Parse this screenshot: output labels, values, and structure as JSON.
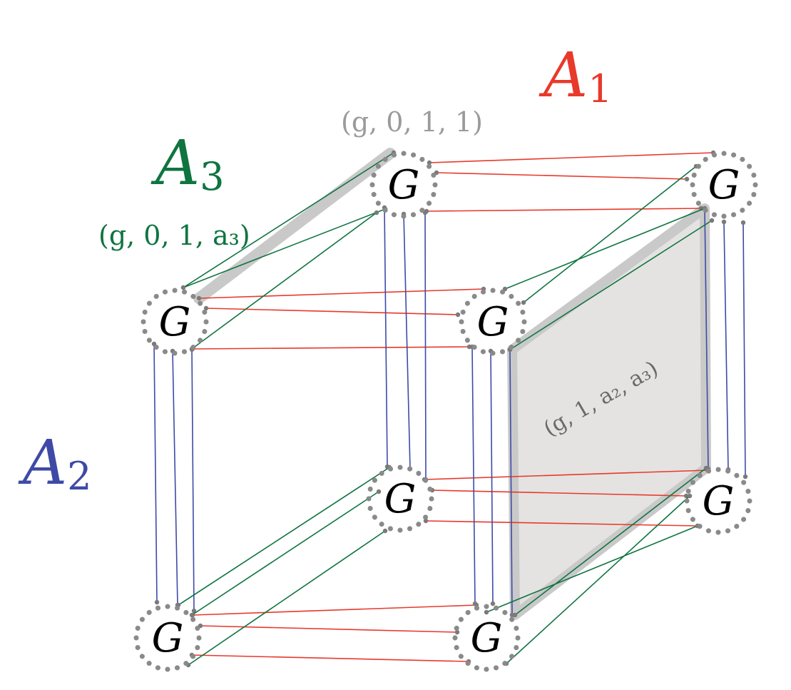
{
  "axes": {
    "a1": {
      "base": "A",
      "sub": "1",
      "color": "#e8392b"
    },
    "a2": {
      "base": "A",
      "sub": "2",
      "color": "#3f4aa6"
    },
    "a3": {
      "base": "A",
      "sub": "3",
      "color": "#0f7440"
    }
  },
  "labels": {
    "top_back_coord": "(g, 0, 1, 1)",
    "top_front_coord": "(g, 0, 1, a₃)",
    "face_coord": "(g, 1, a₂, a₃)"
  },
  "nodes": [
    {
      "id": "top-back-left",
      "label": "G"
    },
    {
      "id": "top-back-right",
      "label": "G"
    },
    {
      "id": "top-front-left",
      "label": "G"
    },
    {
      "id": "top-front-right",
      "label": "G"
    },
    {
      "id": "bottom-back-left",
      "label": "G"
    },
    {
      "id": "bottom-back-right",
      "label": "G"
    },
    {
      "id": "bottom-front-left",
      "label": "G"
    },
    {
      "id": "bottom-front-right",
      "label": "G"
    }
  ],
  "colors": {
    "red_edges": "#e8392b",
    "blue_edges": "#3f4aa6",
    "green_edges": "#0f7440",
    "node_dots": "#8a8a8a",
    "coord_gray": "#9a9a9a",
    "face_fill": "#e4e3e1",
    "face_stroke": "#c9c9c9",
    "face_text": "#6a6a6a"
  }
}
